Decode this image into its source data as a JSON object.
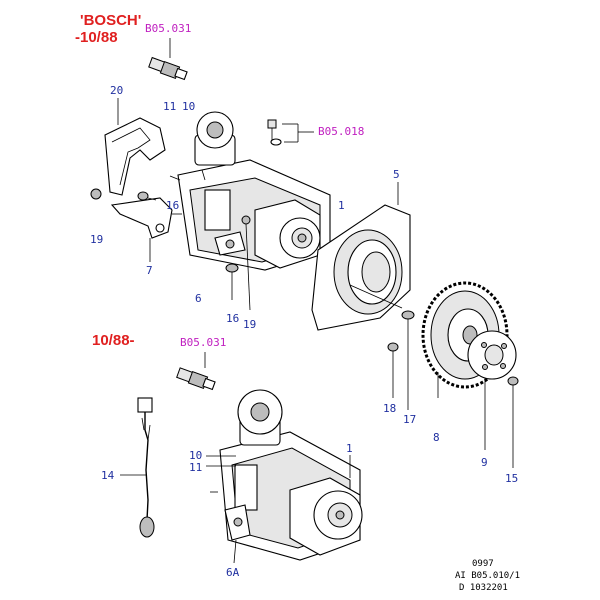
{
  "headers": {
    "top_line1": "'BOSCH'",
    "top_line2": "-10/88",
    "lower": "10/88-"
  },
  "refs": {
    "sensor_top": "B05.031",
    "bolt_top": "B05.018",
    "sensor_lower": "B05.031"
  },
  "callouts": {
    "c20": "20",
    "c11_top": "11",
    "c10_top": "10",
    "c1_top": "1",
    "c16_top": "16",
    "c19_left": "19",
    "c7": "7",
    "c6": "6",
    "c16_bottom": "16",
    "c19_bottom": "19",
    "c5": "5",
    "c18": "18",
    "c17": "17",
    "c8": "8",
    "c9": "9",
    "c15": "15",
    "c14": "14",
    "c10_lower": "10",
    "c11_lower": "11",
    "c1_lower": "1",
    "c6A": "6A"
  },
  "footer": {
    "line1": "0997",
    "line2": "AI B05.010/1",
    "line3": "D 1032201"
  },
  "colors": {
    "header": "#e02020",
    "ref": "#c020c0",
    "callout": "#2030a0"
  }
}
